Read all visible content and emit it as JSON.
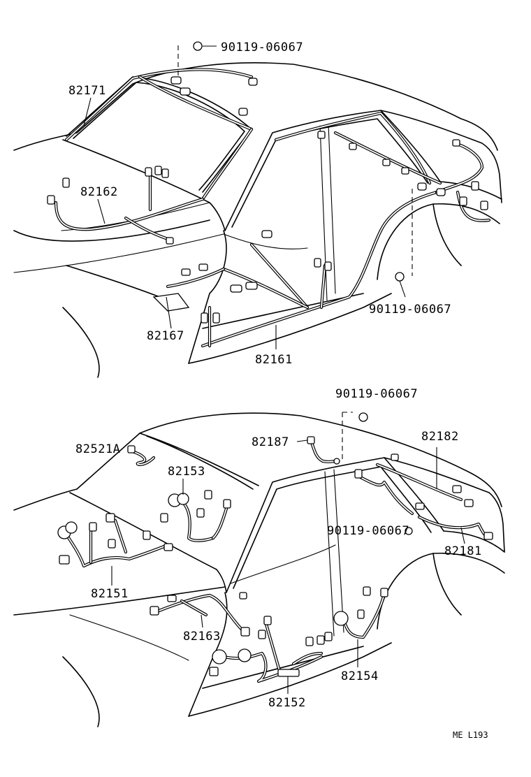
{
  "diagram": {
    "top_view": {
      "labels": {
        "bolt_top": "90119-06067",
        "bolt_rear": "90119-06067",
        "roof_harness": "82171",
        "front_harness": "82162",
        "floor_front": "82167",
        "floor_main": "82161"
      }
    },
    "bottom_view": {
      "labels": {
        "bolt_top": "90119-06067",
        "bolt_mid": "90119-06067",
        "wire_82521a": "82521A",
        "wire_82153": "82153",
        "wire_82151": "82151",
        "wire_82163": "82163",
        "wire_82152": "82152",
        "wire_82154": "82154",
        "wire_82187": "82187",
        "wire_82182": "82182",
        "wire_82181": "82181"
      }
    },
    "figure_code": "ME  L193"
  }
}
